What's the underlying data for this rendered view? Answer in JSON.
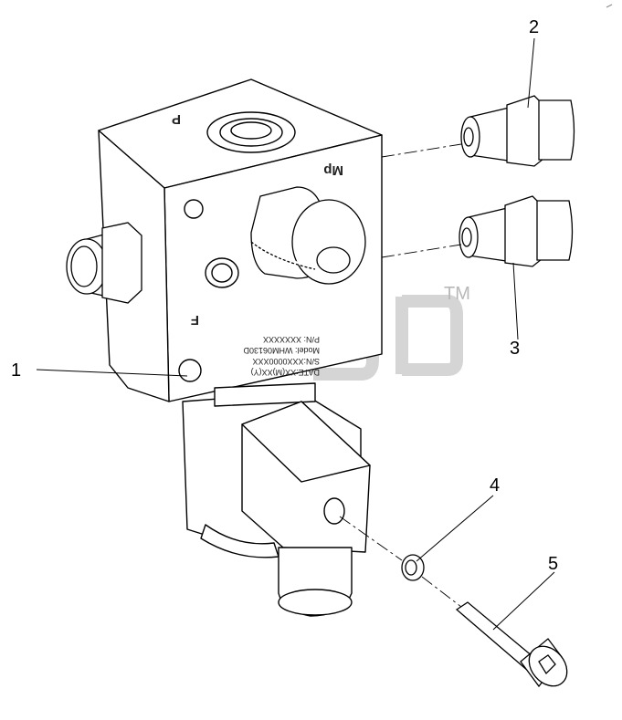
{
  "callouts": [
    "1",
    "2",
    "3",
    "4",
    "5"
  ],
  "block": {
    "port_label_top": "P",
    "port_label_mp": "Mp",
    "port_label_f": "F"
  },
  "nameplate": [
    "DATE:XX(M)XX(Y)",
    "S/N:XXX0000XXX",
    "Model: WHM06130D",
    "P/N: XXXXXXX"
  ],
  "watermark": {
    "trademark": "TM"
  },
  "colors": {
    "line": "#000000",
    "watermark": "#c8c8c8",
    "background": "#ffffff"
  }
}
